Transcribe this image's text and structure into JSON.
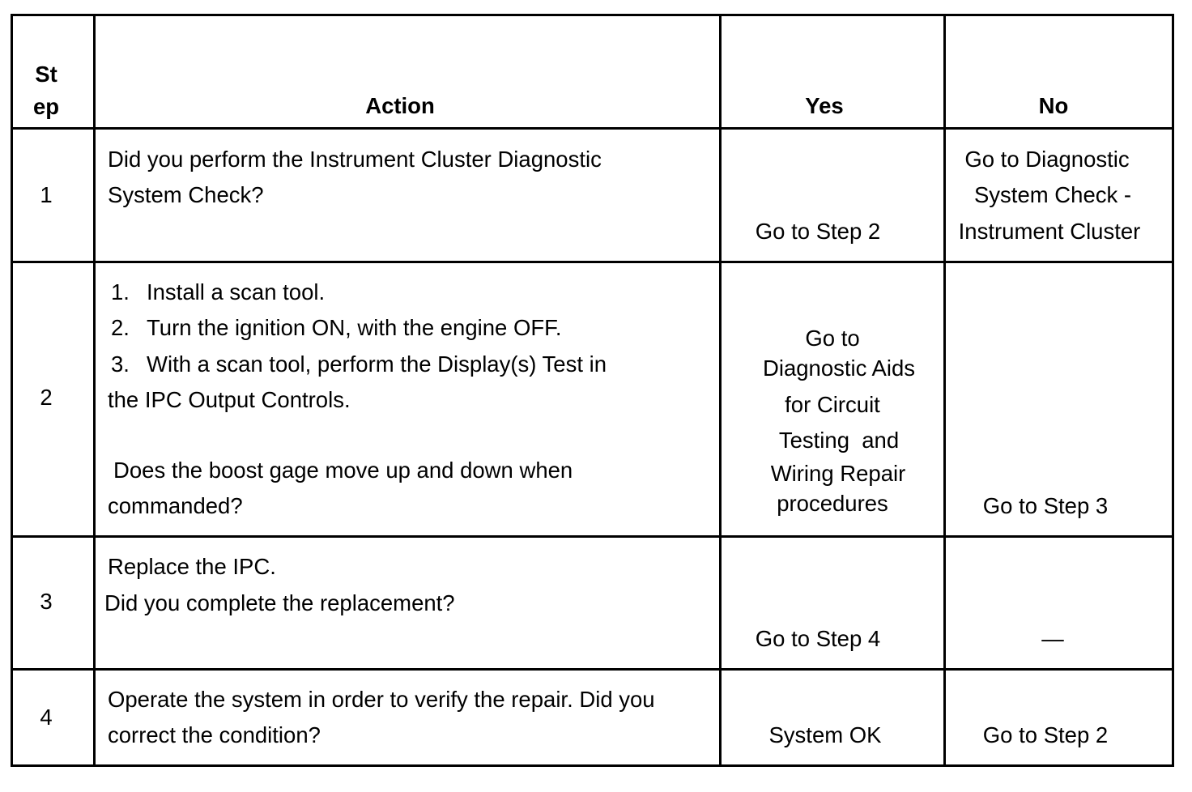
{
  "table": {
    "headers": {
      "step": [
        "St",
        "ep"
      ],
      "action": "Action",
      "yes": "Yes",
      "no": "No"
    },
    "rows": [
      {
        "step": "1",
        "action": {
          "lines": [
            "Did you perform the Instrument Cluster Diagnostic",
            "System Check?"
          ]
        },
        "yes": [
          "Go to Step 2"
        ],
        "no": [
          "Go to Diagnostic",
          "System Check -",
          "Instrument Cluster"
        ]
      },
      {
        "step": "2",
        "action": {
          "list": [
            {
              "num": "1.",
              "text": "Install a scan tool."
            },
            {
              "num": "2.",
              "text": "Turn the ignition ON, with the engine OFF."
            },
            {
              "num": "3.",
              "text": "With a scan tool, perform the Display(s) Test in"
            }
          ],
          "lines": [
            "the IPC Output Controls.",
            "Does the boost gage move up and down when",
            "commanded?"
          ]
        },
        "yes": [
          "Go to",
          "Diagnostic Aids",
          "for Circuit",
          "Testing  and",
          "Wiring Repair",
          "procedures"
        ],
        "no": [
          "Go to Step 3"
        ]
      },
      {
        "step": "3",
        "action": {
          "lines": [
            "Replace the IPC.",
            "Did you complete the replacement?"
          ]
        },
        "yes": [
          "Go to Step 4"
        ],
        "no": [
          "—"
        ]
      },
      {
        "step": "4",
        "action": {
          "lines": [
            "Operate the system in order to verify the repair. Did you",
            "correct the condition?"
          ]
        },
        "yes": [
          "System OK"
        ],
        "no": [
          "Go to Step 2"
        ]
      }
    ]
  },
  "colors": {
    "text": "#000000",
    "rule": "#000000",
    "background": "#ffffff"
  }
}
